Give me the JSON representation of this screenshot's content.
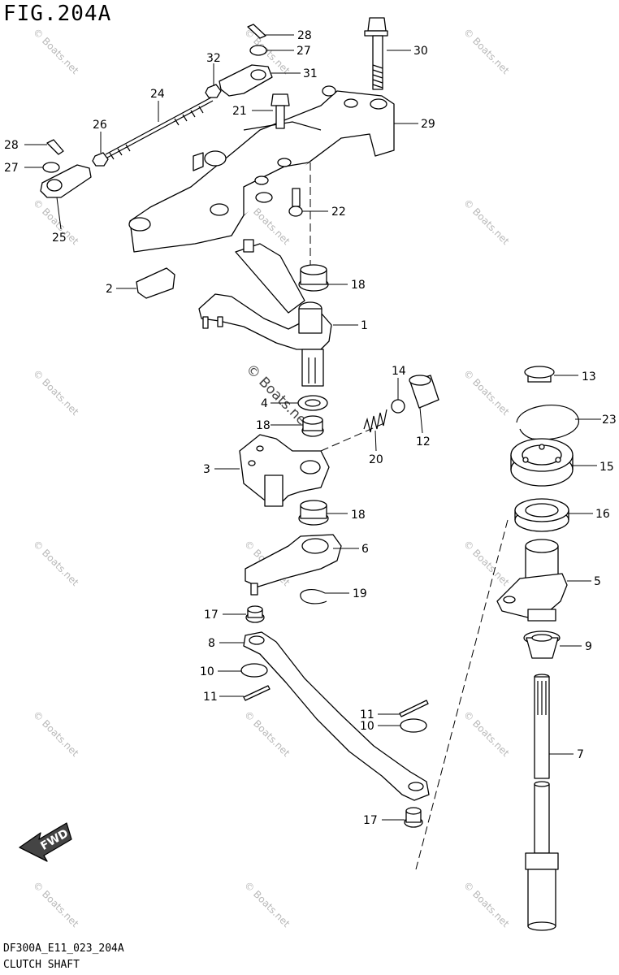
{
  "figure": {
    "title": "FIG.204A",
    "code": "DF300A_E11_023_204A",
    "name": "CLUTCH SHAFT"
  },
  "fwd_label": "FWD",
  "watermark": "© Boats.net",
  "callouts": [
    "1",
    "2",
    "3",
    "4",
    "5",
    "6",
    "7",
    "8",
    "9",
    "10",
    "10",
    "11",
    "11",
    "12",
    "13",
    "14",
    "15",
    "16",
    "17",
    "17",
    "18",
    "18",
    "18",
    "19",
    "20",
    "21",
    "22",
    "23",
    "24",
    "25",
    "26",
    "27",
    "27",
    "28",
    "28",
    "29",
    "30",
    "31",
    "32"
  ]
}
